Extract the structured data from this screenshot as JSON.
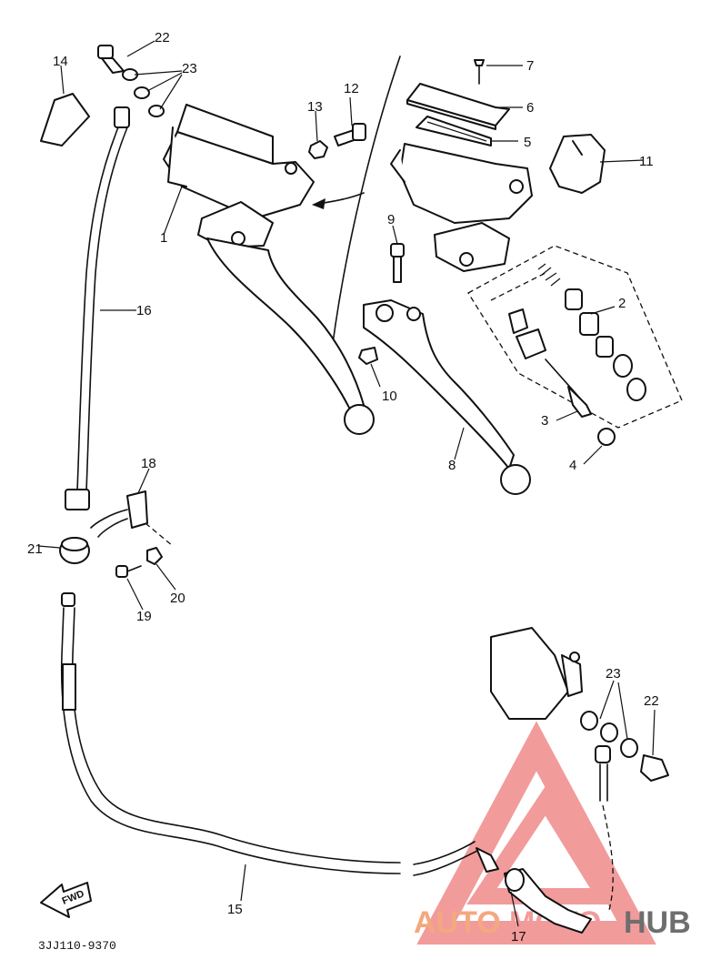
{
  "diagram": {
    "callouts": [
      {
        "id": "c1",
        "label": "1"
      },
      {
        "id": "c2",
        "label": "2"
      },
      {
        "id": "c3",
        "label": "3"
      },
      {
        "id": "c4",
        "label": "4"
      },
      {
        "id": "c5",
        "label": "5"
      },
      {
        "id": "c6",
        "label": "6"
      },
      {
        "id": "c7",
        "label": "7"
      },
      {
        "id": "c8",
        "label": "8"
      },
      {
        "id": "c9",
        "label": "9"
      },
      {
        "id": "c10",
        "label": "10"
      },
      {
        "id": "c11",
        "label": "11"
      },
      {
        "id": "c12",
        "label": "12"
      },
      {
        "id": "c13",
        "label": "13"
      },
      {
        "id": "c14",
        "label": "14"
      },
      {
        "id": "c15",
        "label": "15"
      },
      {
        "id": "c16",
        "label": "16"
      },
      {
        "id": "c17",
        "label": "17"
      },
      {
        "id": "c18",
        "label": "18"
      },
      {
        "id": "c19",
        "label": "19"
      },
      {
        "id": "c20",
        "label": "20"
      },
      {
        "id": "c21",
        "label": "21"
      },
      {
        "id": "c22a",
        "label": "22"
      },
      {
        "id": "c22b",
        "label": "22"
      },
      {
        "id": "c23a",
        "label": "23"
      },
      {
        "id": "c23b",
        "label": "23"
      }
    ],
    "fwd_label": "FWD",
    "drawing_code": "3JJ110-9370"
  },
  "watermark": {
    "text_auto": "AUTO",
    "text_moto": "MOTO",
    "text_hub": "HUB",
    "color_primary": "#f08a8a",
    "color_dark": "#555555"
  }
}
